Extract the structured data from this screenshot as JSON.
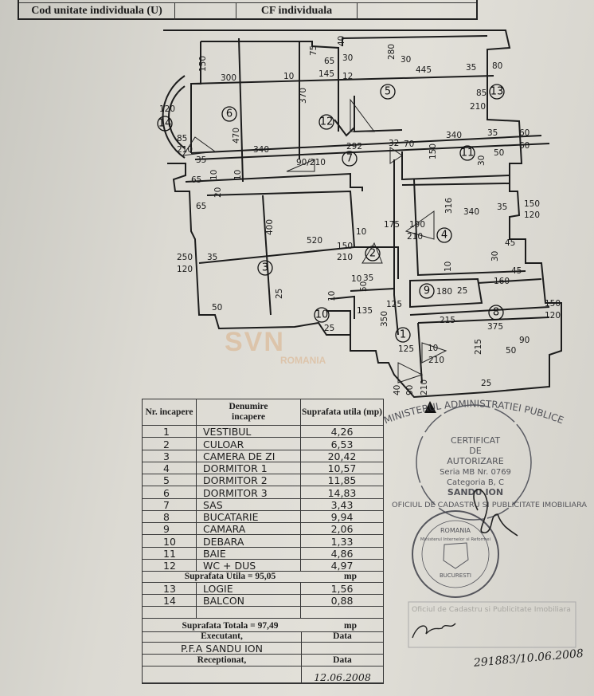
{
  "header": {
    "cod_unitate_label": "Cod unitate individuala (U)",
    "cf_label": "CF individuala"
  },
  "watermark": {
    "brand": "SVN",
    "sub": "ROMANIA"
  },
  "plan": {
    "rooms": [
      "1",
      "2",
      "3",
      "4",
      "5",
      "6",
      "7",
      "8",
      "9",
      "10",
      "11",
      "12",
      "13",
      "14"
    ],
    "dimensions": [
      "150",
      "300",
      "10",
      "145",
      "75",
      "65",
      "30",
      "12",
      "40",
      "280",
      "30",
      "445",
      "35",
      "80",
      "85",
      "210",
      "470",
      "340",
      "370",
      "292",
      "32",
      "70",
      "340",
      "35",
      "60",
      "60",
      "150",
      "30",
      "50",
      "120",
      "85",
      "210",
      "35",
      "65",
      "10",
      "10",
      "90/210",
      "20",
      "65",
      "400",
      "520",
      "250",
      "35",
      "120",
      "25",
      "50",
      "175",
      "190",
      "210",
      "316",
      "340",
      "35",
      "150",
      "120",
      "45",
      "30",
      "150",
      "210",
      "10",
      "10",
      "35",
      "50",
      "10",
      "180",
      "25",
      "160",
      "45",
      "125",
      "135",
      "10",
      "350",
      "25",
      "215",
      "375",
      "90",
      "150",
      "120",
      "125",
      "10",
      "210",
      "215",
      "50",
      "25",
      "40",
      "90",
      "210"
    ]
  },
  "table": {
    "headers": {
      "nr": "Nr. incapere",
      "denumire": "Denumire incapere",
      "suprafata": "Suprafata utila (mp)"
    },
    "rows": [
      {
        "nr": "1",
        "name": "VESTIBUL",
        "area": "4,26"
      },
      {
        "nr": "2",
        "name": "CULOAR",
        "area": "6,53"
      },
      {
        "nr": "3",
        "name": "CAMERA DE ZI",
        "area": "20,42"
      },
      {
        "nr": "4",
        "name": "DORMITOR 1",
        "area": "10,57"
      },
      {
        "nr": "5",
        "name": "DORMITOR 2",
        "area": "11,85"
      },
      {
        "nr": "6",
        "name": "DORMITOR 3",
        "area": "14,83"
      },
      {
        "nr": "7",
        "name": "SAS",
        "area": "3,43"
      },
      {
        "nr": "8",
        "name": "BUCATARIE",
        "area": "9,94"
      },
      {
        "nr": "9",
        "name": "CAMARA",
        "area": "2,06"
      },
      {
        "nr": "10",
        "name": "DEBARA",
        "area": "1,33"
      },
      {
        "nr": "11",
        "name": "BAIE",
        "area": "4,86"
      },
      {
        "nr": "12",
        "name": "WC + DUS",
        "area": "4,97"
      }
    ],
    "suprafata_utila": {
      "label": "Suprafata Utila = 95,05",
      "unit": "mp"
    },
    "extra_rows": [
      {
        "nr": "13",
        "name": "LOGIE",
        "area": "1,56"
      },
      {
        "nr": "14",
        "name": "BALCON",
        "area": "0,88"
      }
    ],
    "suprafata_totala": {
      "label": "Suprafata Totala = 97,49",
      "unit": "mp"
    },
    "executant_label": "Executant,",
    "executant_name": "P.F.A SANDU ION",
    "receptionat_label": "Receptionat,",
    "data_label_1": "Data",
    "data_label_2": "Data",
    "data_value": "12.06.2008"
  },
  "stamps": {
    "authorization": {
      "ring": "MINISTERUL ADMINISTRATIEI PUBLICE",
      "lines": [
        "CERTIFICAT",
        "DE",
        "AUTORIZARE",
        "Seria MB Nr. 0769",
        "Categoria B, C",
        "SANDU ION"
      ]
    },
    "cadastre": {
      "ring": "OFICIUL DE CADASTRU SI PUBLICITATE IMOBILIARA",
      "top": "ROMANIA",
      "inner": "Ministerul Internelor si Reformei",
      "city": "BUCURESTI"
    },
    "registration": {
      "faint_text": "Oficiul de Cadastru si Publicitate Imobiliara",
      "number": "291883/10.06.2008"
    }
  }
}
